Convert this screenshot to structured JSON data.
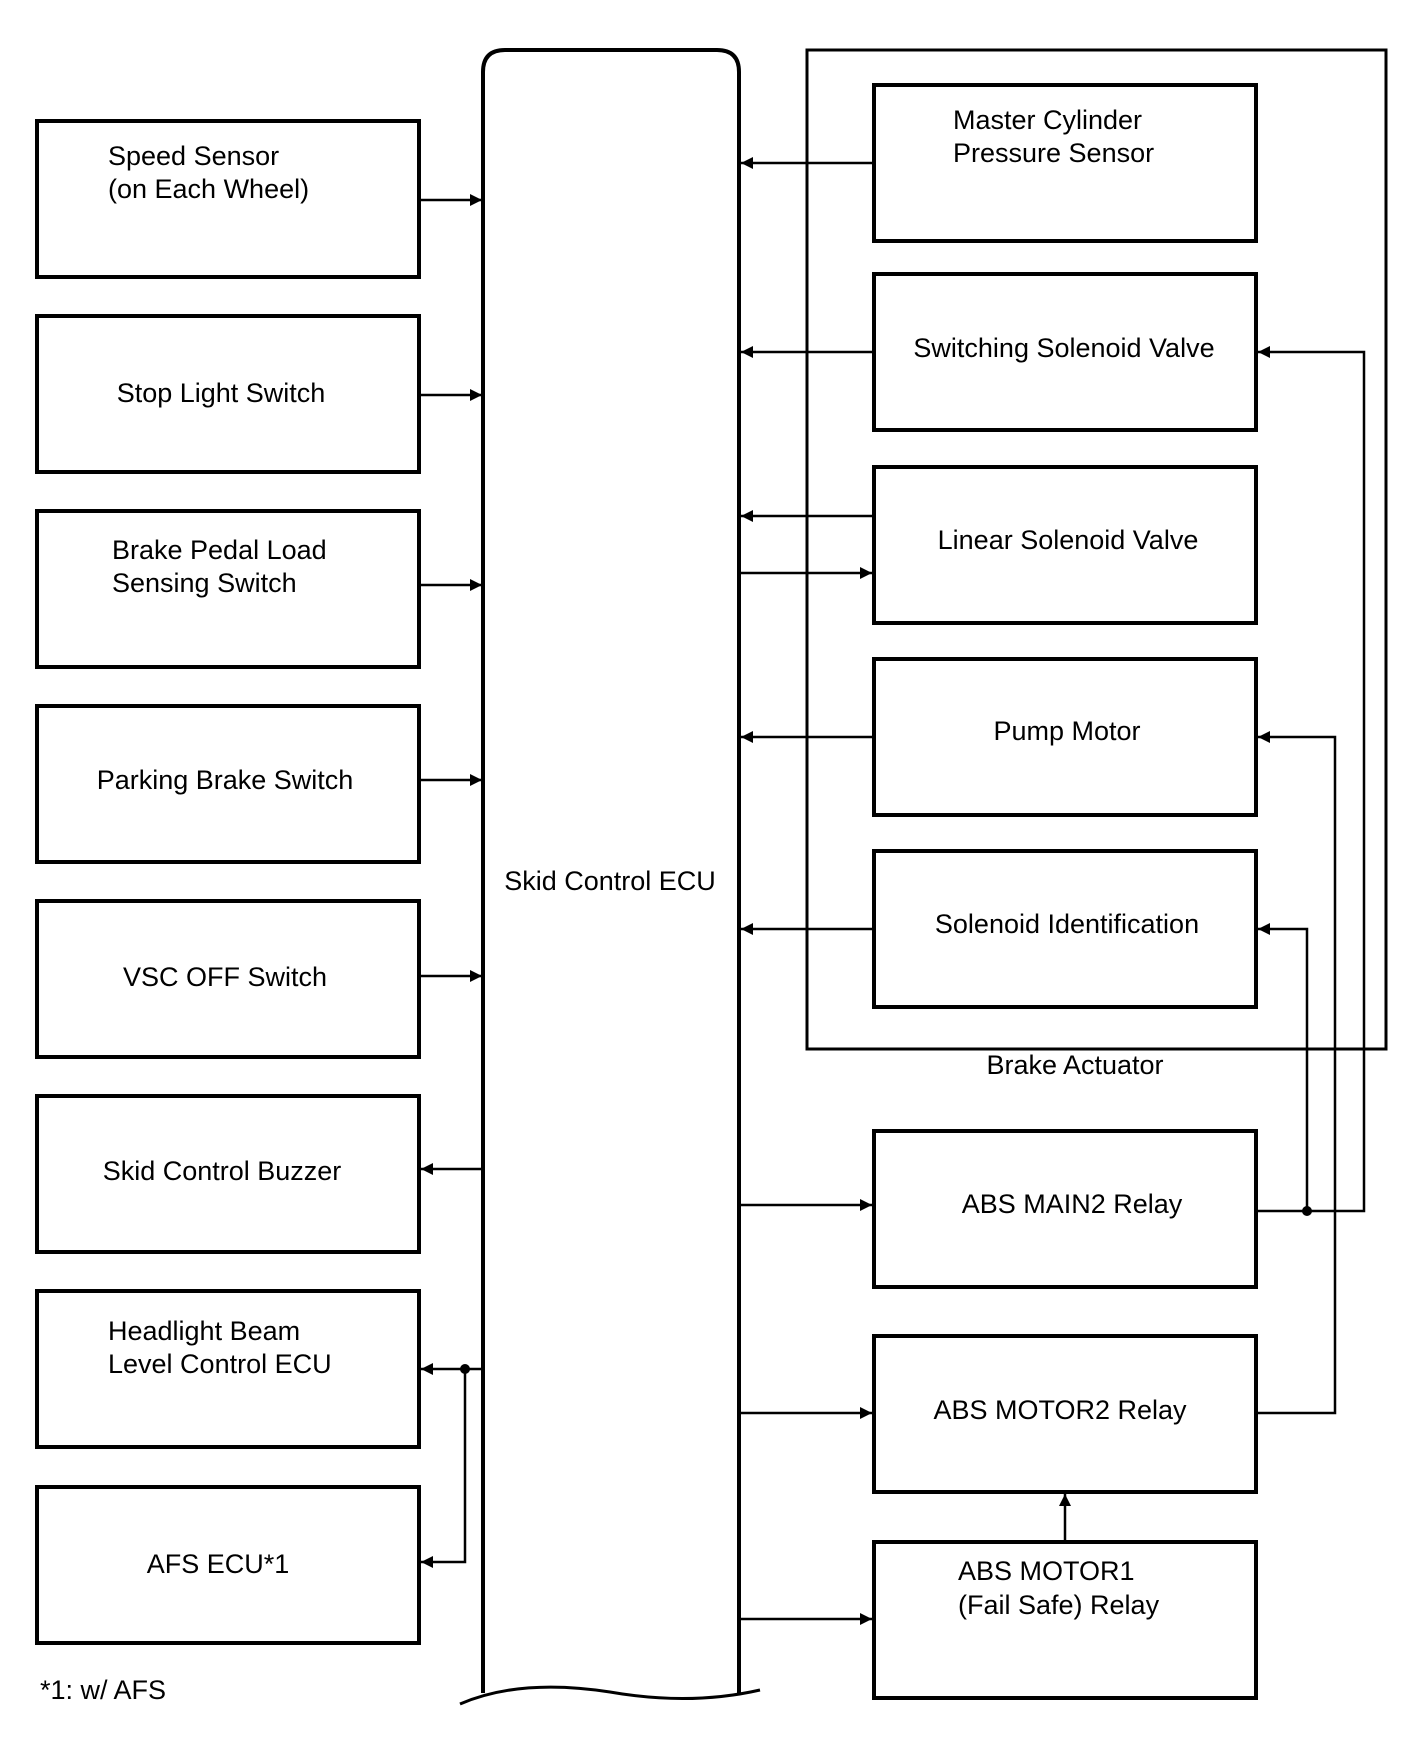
{
  "ecu": {
    "label": "Skid Control ECU"
  },
  "inputs": {
    "speed_sensor": [
      "Speed Sensor",
      "(on Each Wheel)"
    ],
    "stop_light_switch": "Stop Light Switch",
    "brake_pedal_load": [
      "Brake Pedal Load",
      "Sensing Switch"
    ],
    "parking_brake_switch": "Parking Brake Switch",
    "vsc_off_switch": "VSC OFF Switch"
  },
  "outputs": {
    "skid_control_buzzer": "Skid Control Buzzer",
    "headlight_ecu": [
      "Headlight Beam",
      "Level Control ECU"
    ],
    "afs_ecu": "AFS ECU*1"
  },
  "brake_actuator": {
    "label": "Brake Actuator",
    "master_cylinder": [
      "Master Cylinder",
      "Pressure Sensor"
    ],
    "switching_valve": "Switching Solenoid Valve",
    "linear_valve": "Linear Solenoid Valve",
    "pump_motor": "Pump Motor",
    "solenoid_id": "Solenoid Identification"
  },
  "relays": {
    "abs_main2": "ABS MAIN2 Relay",
    "abs_motor2": "ABS MOTOR2 Relay",
    "abs_motor1": [
      "ABS MOTOR1",
      "(Fail Safe) Relay"
    ]
  },
  "footnote": "*1: w/ AFS"
}
